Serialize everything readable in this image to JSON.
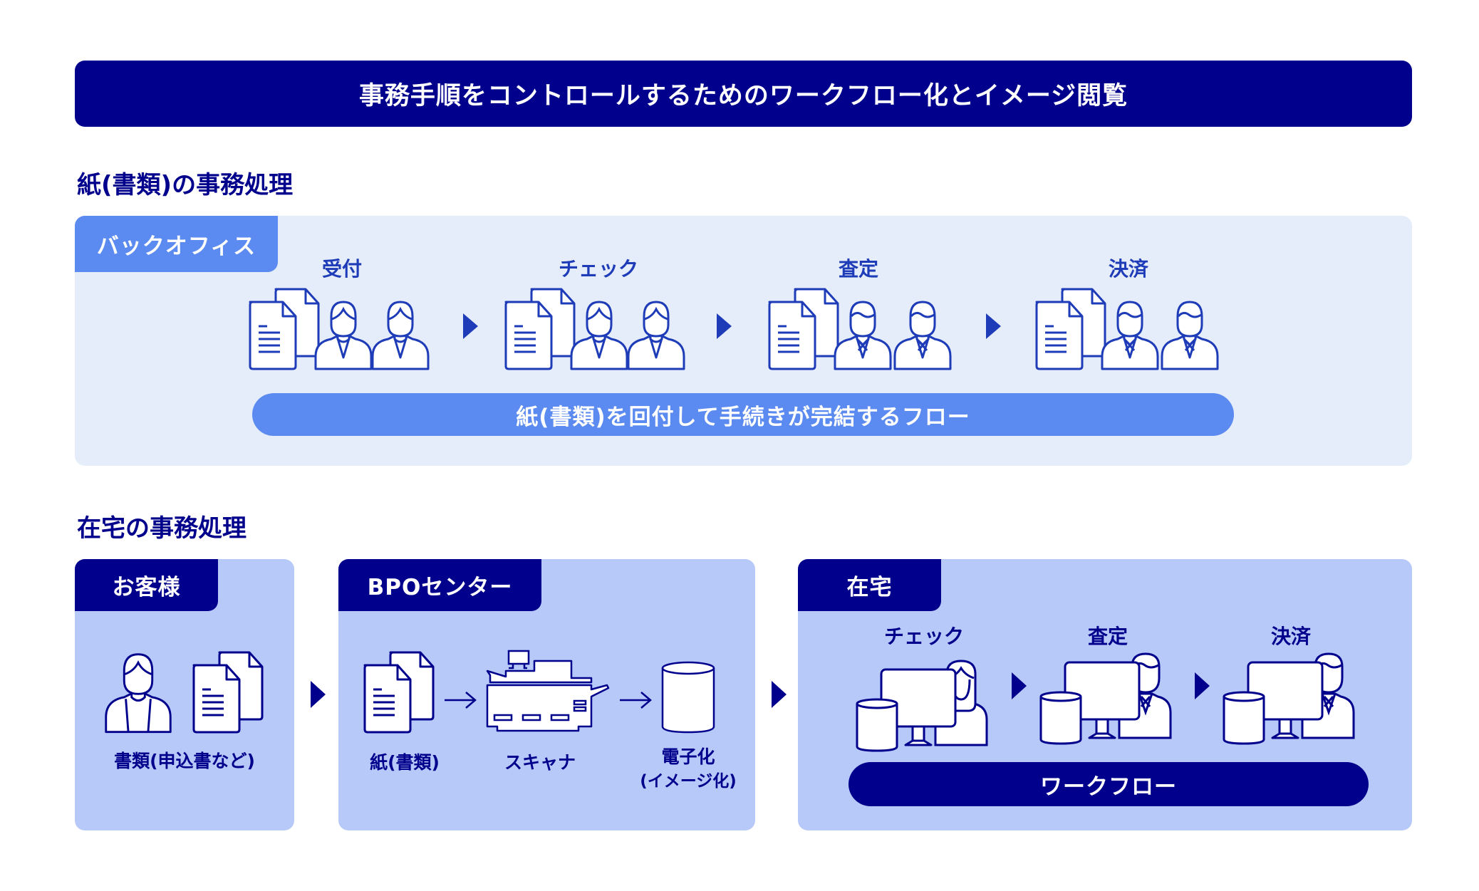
{
  "title": "事務手順をコントロールするためのワークフロー化とイメージ閲覧",
  "colors": {
    "navy": "#00008C",
    "accent_blue": "#5B8AF0",
    "icon_blue": "#1E3CB8",
    "panel_light": "#E6EDFA",
    "panel_mid": "#B6C9F8"
  },
  "paper_section": {
    "heading": "紙(書類)の事務処理",
    "tab_label": "バックオフィス",
    "steps": [
      {
        "label": "受付",
        "icon": "documents-and-two-women-icon"
      },
      {
        "label": "チェック",
        "icon": "documents-and-two-women-icon"
      },
      {
        "label": "査定",
        "icon": "documents-and-two-men-icon"
      },
      {
        "label": "決済",
        "icon": "documents-and-two-men-icon"
      }
    ],
    "flow_caption": "紙(書類)を回付して手続きが完結するフロー"
  },
  "home_section": {
    "heading": "在宅の事務処理",
    "customer": {
      "tab_label": "お客様",
      "caption": "書類(申込書など)"
    },
    "bpo": {
      "tab_label": "BPOセンター",
      "items": [
        {
          "caption": "紙(書類)",
          "icon": "documents-icon"
        },
        {
          "caption": "スキャナ",
          "icon": "scanner-icon"
        },
        {
          "caption_line1": "電子化",
          "caption_line2": "(イメージ化)",
          "icon": "database-icon"
        }
      ]
    },
    "home": {
      "tab_label": "在宅",
      "steps": [
        {
          "label": "チェック",
          "icon": "woman-at-computer-icon"
        },
        {
          "label": "査定",
          "icon": "man-at-computer-icon"
        },
        {
          "label": "決済",
          "icon": "man-at-computer-icon"
        }
      ],
      "flow_caption": "ワークフロー"
    }
  }
}
